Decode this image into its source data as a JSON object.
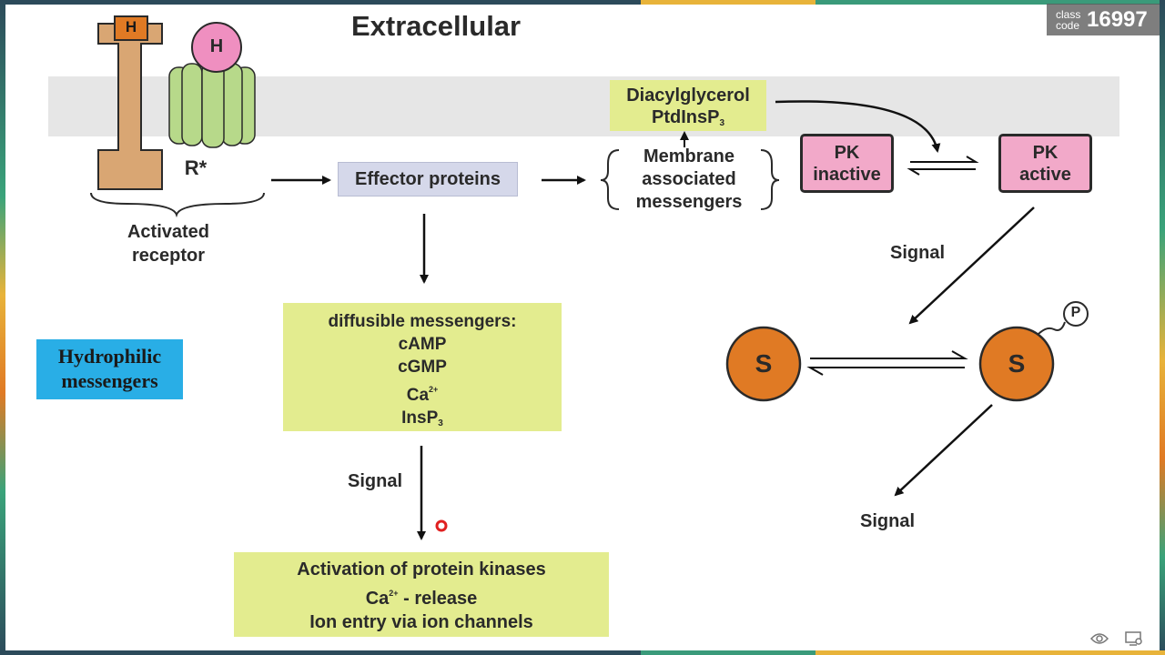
{
  "labels": {
    "extracellular": "Extracellular",
    "hormone": "H",
    "receptor": "R*",
    "activated_receptor_line1": "Activated",
    "activated_receptor_line2": "receptor",
    "effector_proteins": "Effector proteins",
    "membrane_line1": "Membrane",
    "membrane_line2": "associated",
    "membrane_line3": "messengers",
    "dag_line1": "Diacylglycerol",
    "dag_line2_main": "PtdInsP",
    "dag_line2_sub": "3",
    "pk_inactive_line1": "PK",
    "pk_inactive_line2": "inactive",
    "pk_active_line1": "PK",
    "pk_active_line2": "active",
    "signal": "Signal",
    "substrate": "S",
    "phosphate": "P",
    "hydrophilic_line1": "Hydrophilic",
    "hydrophilic_line2": "messengers"
  },
  "diffusible": {
    "title": "diffusible messengers:",
    "item1": "cAMP",
    "item2": "cGMP",
    "item3_main": "Ca",
    "item3_sup": "2+",
    "item4_main": "InsP",
    "item4_sub": "3"
  },
  "activation": {
    "line1": "Activation of protein kinases",
    "line2_main": "Ca",
    "line2_sup": "2+",
    "line2_rest": " - release",
    "line3": "Ion entry via ion channels"
  },
  "badge": {
    "small_line1": "class",
    "small_line2": "code",
    "code": "16997"
  },
  "colors": {
    "membrane": "#e6e6e6",
    "receptor": "#d9a673",
    "hormone_pink": "#ef8fc0",
    "channel_green": "#b7d98a",
    "yellow_box": "#e3ec8f",
    "effector_box": "#d5d8ea",
    "pk_box": "#f2a9c9",
    "substrate_orange": "#e07a24",
    "hydrophilic_box": "#29aee6"
  },
  "icons": {
    "view": "eye-icon",
    "screen": "screen-settings-icon"
  }
}
